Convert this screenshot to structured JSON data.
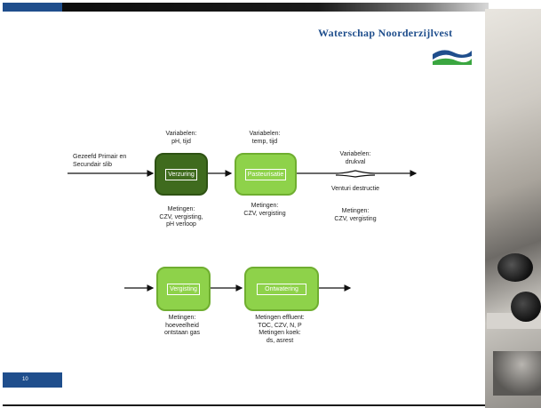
{
  "slide": {
    "page_number": "10",
    "logo": {
      "text": "Waterschap Noorderzijlvest",
      "icon": "waves-logo-icon",
      "color": "#1f4e8c"
    }
  },
  "row1": {
    "input_label": "Gezeefd Primair en Secundair slib",
    "nodes": [
      {
        "label": "Verzuring",
        "variables": "Variabelen:\npH, tijd",
        "measurements": "Metingen:\nCZV, vergisting,\npH verloop",
        "color": "#3f6b1e"
      },
      {
        "label": "Pasteurisatie",
        "variables": "Variabelen:\ntemp, tijd",
        "measurements": "Metingen:\nCZV, vergisting",
        "color": "#8ed24a"
      }
    ],
    "venturi": {
      "label": "Venturi destructie",
      "variables": "Variabelen:\ndrukval",
      "measurements": "Metingen:\nCZV, vergisting"
    }
  },
  "row2": {
    "nodes": [
      {
        "label": "Vergisting",
        "measurements": "Metingen:\nhoeveelheid\nontstaan gas",
        "color": "#8ed24a"
      },
      {
        "label": "Ontwatering",
        "measurements": "Metingen effluent:\nTOC, CZV, N, P\nMetingen koek:\nds, asrest",
        "color": "#8ed24a"
      }
    ]
  }
}
